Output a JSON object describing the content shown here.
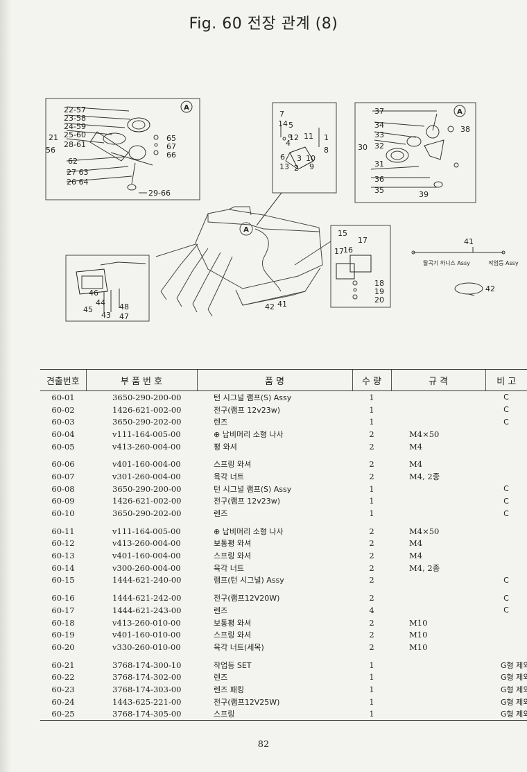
{
  "title": "Fig. 60  전장 관계 (8)",
  "figure": {
    "callouts": {
      "A_marker": "A",
      "left_box": [
        "22-57",
        "23-58",
        "24-59",
        "25-60",
        "21",
        "28-61",
        "56",
        "62",
        "27 63",
        "26 64",
        "65",
        "67",
        "66",
        "29-66"
      ],
      "center_box": [
        "7",
        "14",
        "5",
        "12",
        "4",
        "11",
        "1",
        "8",
        "6",
        "3",
        "10",
        "13",
        "2",
        "9"
      ],
      "right_box": [
        "37",
        "38",
        "34",
        "33",
        "30",
        "32",
        "31",
        "36",
        "35",
        "39"
      ],
      "lamp_left": [
        "46",
        "45",
        "44",
        "43",
        "48",
        "47"
      ],
      "lamp_right": [
        "15",
        "17",
        "16",
        "17",
        "18",
        "19",
        "20"
      ],
      "machine": [
        "42",
        "41"
      ],
      "harness": {
        "number": "41",
        "left_label": "탈곡기 하니스 Assy",
        "right_label": "작업등 Assy",
        "clamp": "42"
      }
    }
  },
  "table": {
    "headers": [
      "견출번호",
      "부  품  번  호",
      "품          명",
      "수  량",
      "규    격",
      "비    고"
    ],
    "rows": [
      {
        "no": "60-01",
        "part": "3650-290-200-00",
        "name": "턴 시그널 램프(S) Assy",
        "qty": "1",
        "spec": "",
        "note": "C"
      },
      {
        "no": "60-02",
        "part": "1426-621-002-00",
        "name": "전구(램프 12v23w)",
        "qty": "1",
        "spec": "",
        "note": "C"
      },
      {
        "no": "60-03",
        "part": "3650-290-202-00",
        "name": "렌즈",
        "qty": "1",
        "spec": "",
        "note": "C"
      },
      {
        "no": "60-04",
        "part": "v111-164-005-00",
        "name": "⊕ 납비머리 소형 나사",
        "qty": "2",
        "spec": "M4×50",
        "note": ""
      },
      {
        "no": "60-05",
        "part": "v413-260-004-00",
        "name": "평 와셔",
        "qty": "2",
        "spec": "M4",
        "note": ""
      },
      {
        "no": "60-06",
        "part": "v401-160-004-00",
        "name": "스프링 와셔",
        "qty": "2",
        "spec": "M4",
        "note": ""
      },
      {
        "no": "60-07",
        "part": "v301-260-004-00",
        "name": "육각 너트",
        "qty": "2",
        "spec": "M4, 2종",
        "note": ""
      },
      {
        "no": "60-08",
        "part": "3650-290-200-00",
        "name": "턴 시그널 램프(S) Assy",
        "qty": "1",
        "spec": "",
        "note": "C"
      },
      {
        "no": "60-09",
        "part": "1426-621-002-00",
        "name": "전구(램프 12v23w)",
        "qty": "1",
        "spec": "",
        "note": "C"
      },
      {
        "no": "60-10",
        "part": "3650-290-202-00",
        "name": "렌즈",
        "qty": "1",
        "spec": "",
        "note": "C"
      },
      {
        "no": "60-11",
        "part": "v111-164-005-00",
        "name": "⊕ 납비머리 소형 나사",
        "qty": "2",
        "spec": "M4×50",
        "note": ""
      },
      {
        "no": "60-12",
        "part": "v413-260-004-00",
        "name": "보통평 와셔",
        "qty": "2",
        "spec": "M4",
        "note": ""
      },
      {
        "no": "60-13",
        "part": "v401-160-004-00",
        "name": "스프링 와셔",
        "qty": "2",
        "spec": "M4",
        "note": ""
      },
      {
        "no": "60-14",
        "part": "v300-260-004-00",
        "name": "육각 너트",
        "qty": "2",
        "spec": "M4, 2종",
        "note": ""
      },
      {
        "no": "60-15",
        "part": "1444-621-240-00",
        "name": "램프(턴 시그널) Assy",
        "qty": "2",
        "spec": "",
        "note": "C"
      },
      {
        "no": "60-16",
        "part": "1444-621-242-00",
        "name": "전구(램프12V20W)",
        "qty": "2",
        "spec": "",
        "note": "C"
      },
      {
        "no": "60-17",
        "part": "1444-621-243-00",
        "name": "렌즈",
        "qty": "4",
        "spec": "",
        "note": "C"
      },
      {
        "no": "60-18",
        "part": "v413-260-010-00",
        "name": "보통평 와셔",
        "qty": "2",
        "spec": "M10",
        "note": ""
      },
      {
        "no": "60-19",
        "part": "v401-160-010-00",
        "name": "스프링 와셔",
        "qty": "2",
        "spec": "M10",
        "note": ""
      },
      {
        "no": "60-20",
        "part": "v330-260-010-00",
        "name": "육각 너트(세목)",
        "qty": "2",
        "spec": "M10",
        "note": ""
      },
      {
        "no": "60-21",
        "part": "3768-174-300-10",
        "name": "작업등 SET",
        "qty": "1",
        "spec": "",
        "note": "G형 제외"
      },
      {
        "no": "60-22",
        "part": "3768-174-302-00",
        "name": "렌즈",
        "qty": "1",
        "spec": "",
        "note": "G형 제외"
      },
      {
        "no": "60-23",
        "part": "3768-174-303-00",
        "name": "렌즈 패킹",
        "qty": "1",
        "spec": "",
        "note": "G형 제외"
      },
      {
        "no": "60-24",
        "part": "1443-625-221-00",
        "name": "전구(램프12V25W)",
        "qty": "1",
        "spec": "",
        "note": "G형 제외"
      },
      {
        "no": "60-25",
        "part": "3768-174-305-00",
        "name": "스프링",
        "qty": "1",
        "spec": "",
        "note": "G형 제외"
      }
    ]
  },
  "page_number": "82"
}
